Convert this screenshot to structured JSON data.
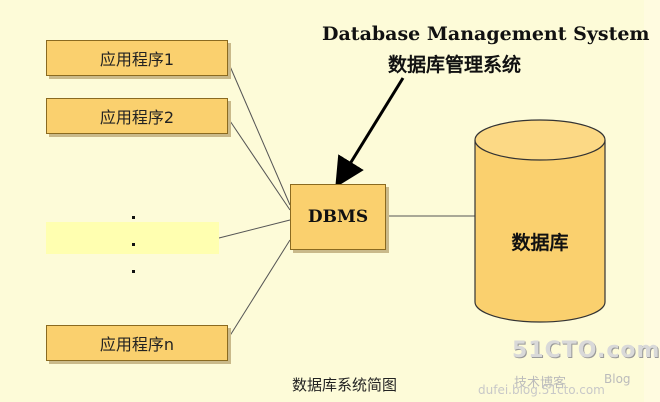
{
  "title": {
    "english": "Database Management System",
    "chinese": "数据库管理系统"
  },
  "applications": [
    {
      "label": "应用程序1"
    },
    {
      "label": "应用程序2"
    },
    {
      "label": "应用程序n"
    }
  ],
  "ellipsis": "···",
  "dbms": {
    "label": "DBMS"
  },
  "database": {
    "label": "数据库"
  },
  "caption": "数据库系统简图",
  "watermark": {
    "site": "51CTO.com",
    "subtitle": "技术博客",
    "blog": "Blog",
    "url": "dufei.blog.51cto.com"
  },
  "colors": {
    "background": "#fdfbd8",
    "box_fill": "#fad06e",
    "cylinder_fill": "#fad06e",
    "line": "#555555",
    "arrow": "#000000"
  }
}
